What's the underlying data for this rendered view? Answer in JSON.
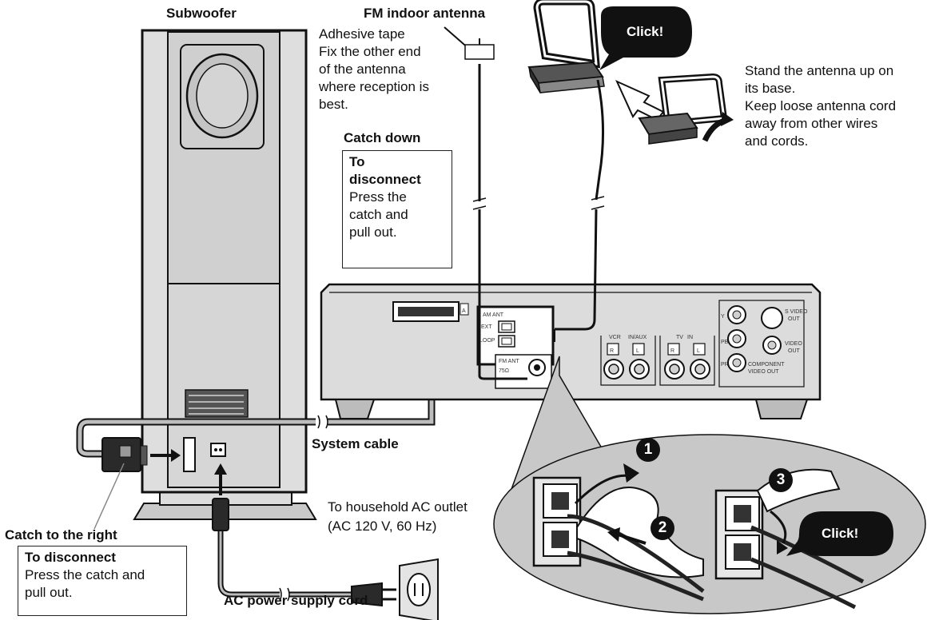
{
  "labels": {
    "subwoofer": "Subwoofer",
    "fm_antenna_title": "FM indoor antenna",
    "fm_antenna_note": [
      "Adhesive tape",
      "Fix the other end",
      "of the antenna",
      "where reception is",
      "best."
    ],
    "catch_down": "Catch down",
    "catch_down_box_title": [
      "To",
      "disconnect"
    ],
    "catch_down_box_body": [
      "Press the",
      "catch and",
      "pull out."
    ],
    "am_note": [
      "Stand the antenna up on",
      "its base.",
      "Keep loose antenna cord",
      "away from other wires",
      "and cords."
    ],
    "system_cable": "System cable",
    "ac_outlet": [
      "To household AC outlet",
      "(AC 120 V, 60 Hz)"
    ],
    "catch_right": "Catch to the right",
    "catch_right_box_title": "To disconnect",
    "catch_right_box_body": [
      "Press the catch and",
      "pull out."
    ],
    "ac_cord": "AC power supply cord",
    "click_top": "Click!",
    "click_bottom": "Click!",
    "steps": [
      "1",
      "2",
      "3"
    ]
  },
  "panel_labels": {
    "am_ant": "AM ANT",
    "ext": "EXT",
    "loop": "LOOP",
    "fm_ant": "FM ANT",
    "fm_ohm": "75Ω",
    "vcr": "VCR",
    "in_aux": "IN/AUX",
    "tv": "TV",
    "tv_in": "IN",
    "r": "R",
    "l": "L",
    "y": "Y",
    "pb": "PB",
    "pr": "PR",
    "s_video": "S VIDEO",
    "out": "OUT",
    "video": "VIDEO",
    "component": "COMPONENT",
    "video_out": "VIDEO OUT",
    "port_a": "A"
  },
  "colors": {
    "ink": "#111111",
    "device_gray": "#d6d6d6",
    "device_dark": "#9a9a9a",
    "zoom_fill": "#c8c8c8",
    "bubble": "#111111"
  }
}
